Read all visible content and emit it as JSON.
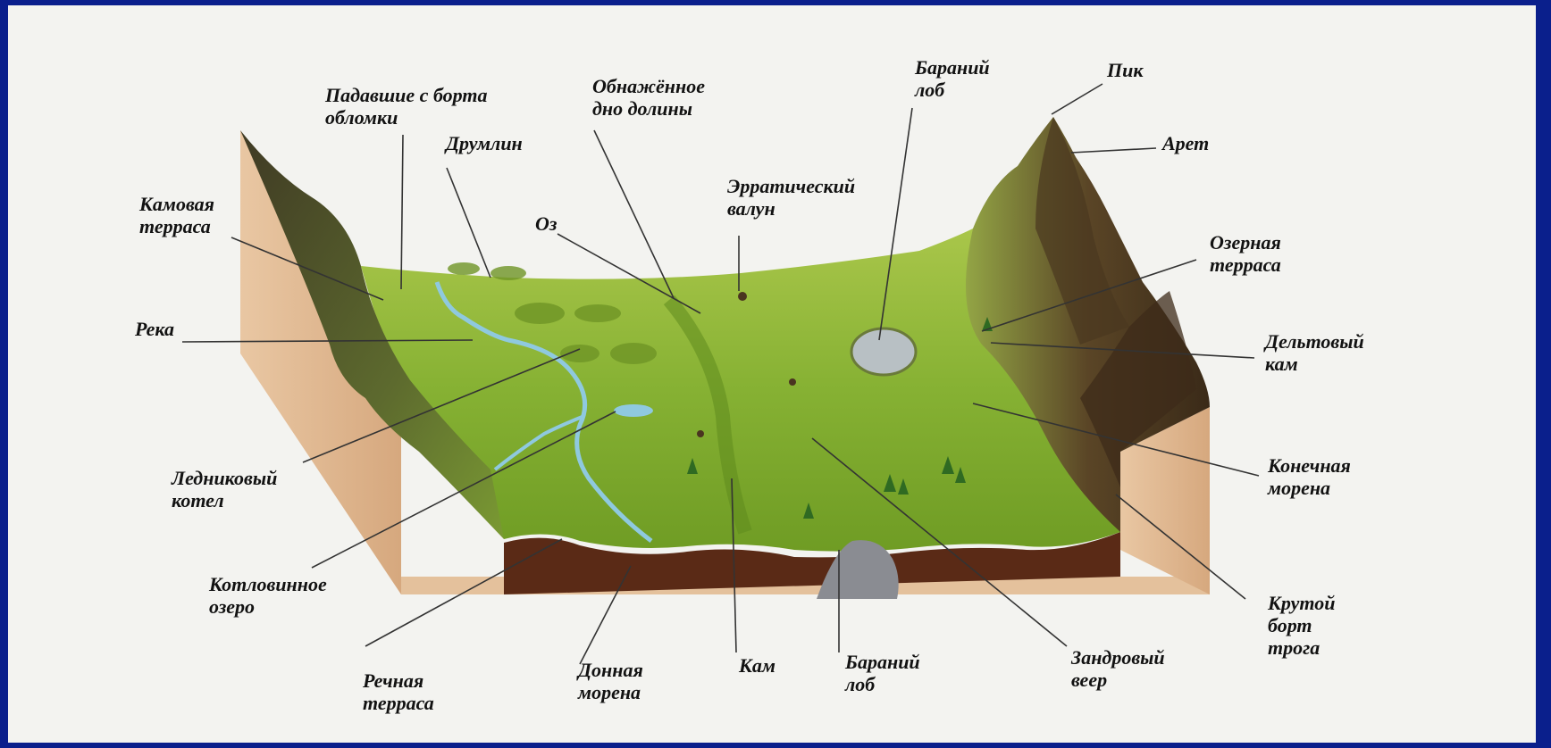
{
  "labels": {
    "padavshie": "Падавшие с борта\nобломки",
    "obnazh": "Обнажённое\nдно долины",
    "baraniy_top": "Бараний\nлоб",
    "pik": "Пик",
    "aret": "Арет",
    "drumlin": "Друмлин",
    "kamovaya": "Камовая\nтерраса",
    "erratich": "Эрратический\nвалун",
    "oz": "Оз",
    "ozernaya": "Озерная\nтерраса",
    "reka": "Река",
    "deltovy": "Дельтовый\nкам",
    "lednikovy": "Ледниковый\nкотел",
    "konechnaya": "Конечная\nморена",
    "kotlovinnoe": "Котловинное\nозеро",
    "krutoy": "Крутой\nборт\nтрога",
    "rechnaya": "Речная\nтерраса",
    "donnaya": "Донная\nморена",
    "kam": "Кам",
    "baraniy_bottom": "Бараний\nлоб",
    "zandrovy": "Зандровый\nвеер"
  },
  "colors": {
    "frame": "#0a1f8c",
    "paper": "#f3f3f0",
    "grass": "#86b133",
    "soil": "#5a2a16",
    "block_side": "#e2ba95",
    "rock": "#5b4d33",
    "water": "#8fc9df"
  }
}
